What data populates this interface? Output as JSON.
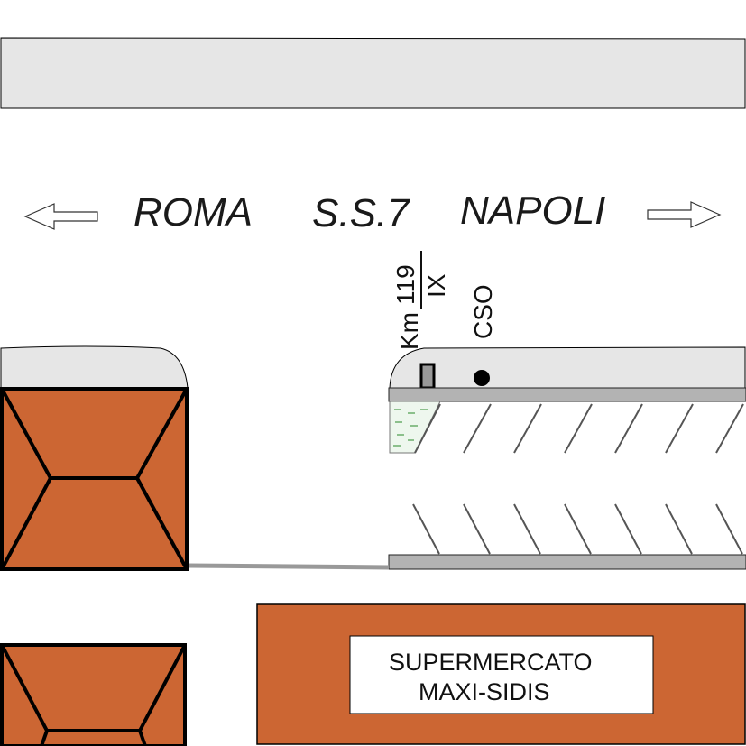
{
  "road": {
    "left_destination": "ROMA",
    "route": "S.S.7",
    "right_destination": "NAPOLI",
    "left_arrow_icon": "arrow-left-icon",
    "right_arrow_icon": "arrow-right-icon"
  },
  "kilometer_marker": {
    "prefix": "Km",
    "numerator": "119",
    "denominator": "IX"
  },
  "cso_label": "CSO",
  "supermarket": {
    "line1": "SUPERMERCATO",
    "line2": "MAXI-SIDIS"
  },
  "colors": {
    "building": "#cc6633",
    "sidewalk": "#e6e6e6",
    "curb": "#b3b3b3",
    "outline": "#000000"
  }
}
